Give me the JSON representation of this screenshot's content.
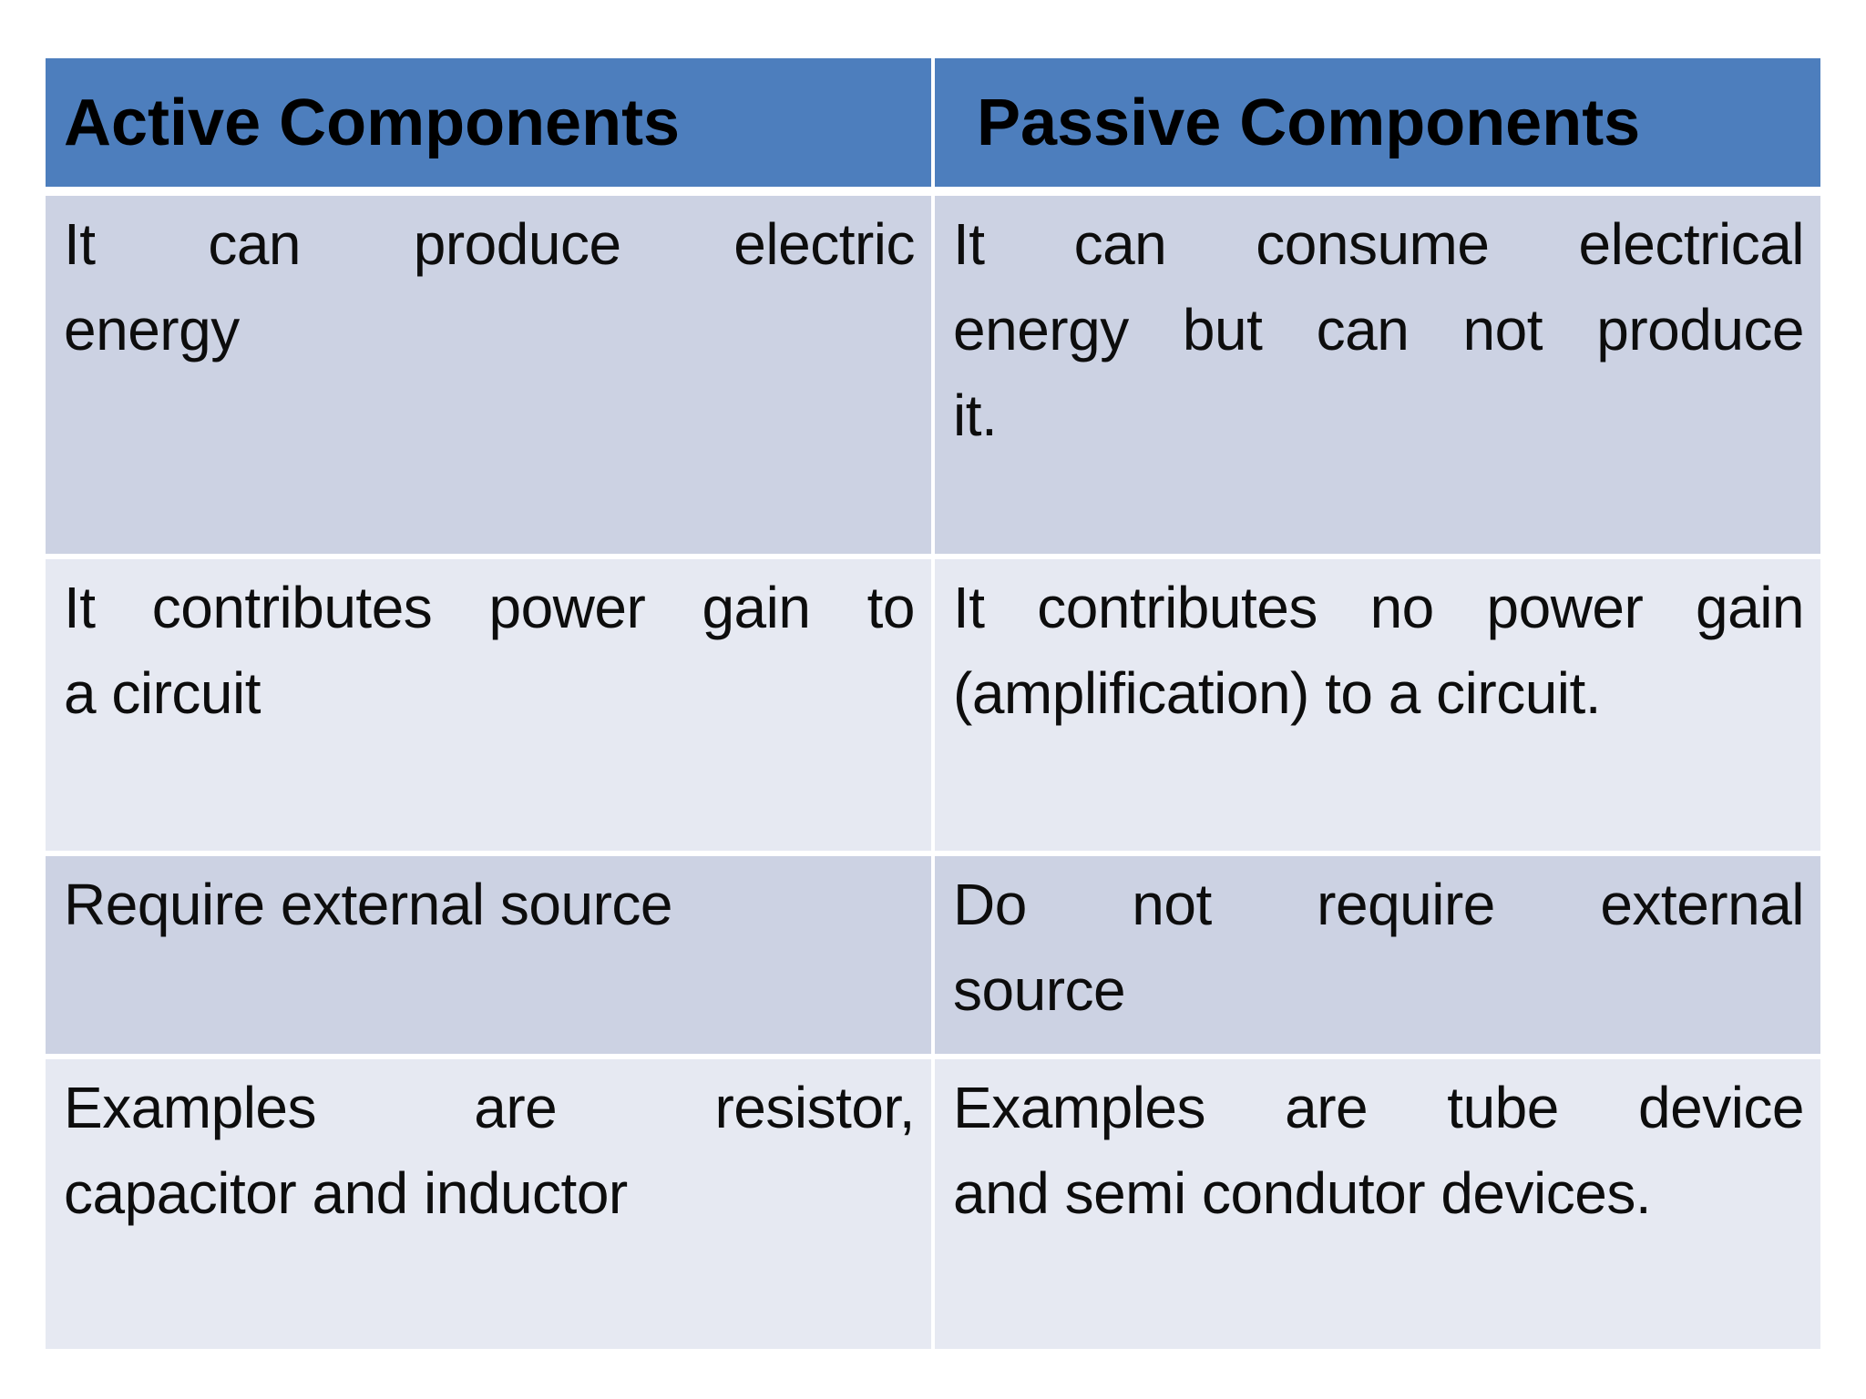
{
  "slide": {
    "table": {
      "headers": [
        {
          "id": "active",
          "label": "Active Components"
        },
        {
          "id": "passive",
          "label": "Passive Components"
        }
      ],
      "rows": [
        {
          "left": [
            "It can produce electric",
            "energy"
          ],
          "right": [
            "It can consume electrical",
            "energy but can not produce",
            "it."
          ]
        },
        {
          "left": [
            "It contributes power gain to",
            "a circuit"
          ],
          "right": [
            "It contributes no power gain",
            "(amplification) to a circuit."
          ]
        },
        {
          "left": [
            "Require external source"
          ],
          "right": [
            "Do not require external",
            "source"
          ]
        },
        {
          "left": [
            "Examples are resistor,",
            "capacitor and inductor"
          ],
          "right": [
            "Examples are tube device",
            "and semi condutor devices."
          ]
        }
      ]
    },
    "colors": {
      "header_bg": "#4d7ebd",
      "row_odd_bg": "#ccd2e3",
      "row_even_bg": "#e6e9f2",
      "divider": "#ffffff",
      "header_text": "#000000",
      "body_text": "#0d0d0d",
      "page_bg": "#ffffff"
    }
  }
}
